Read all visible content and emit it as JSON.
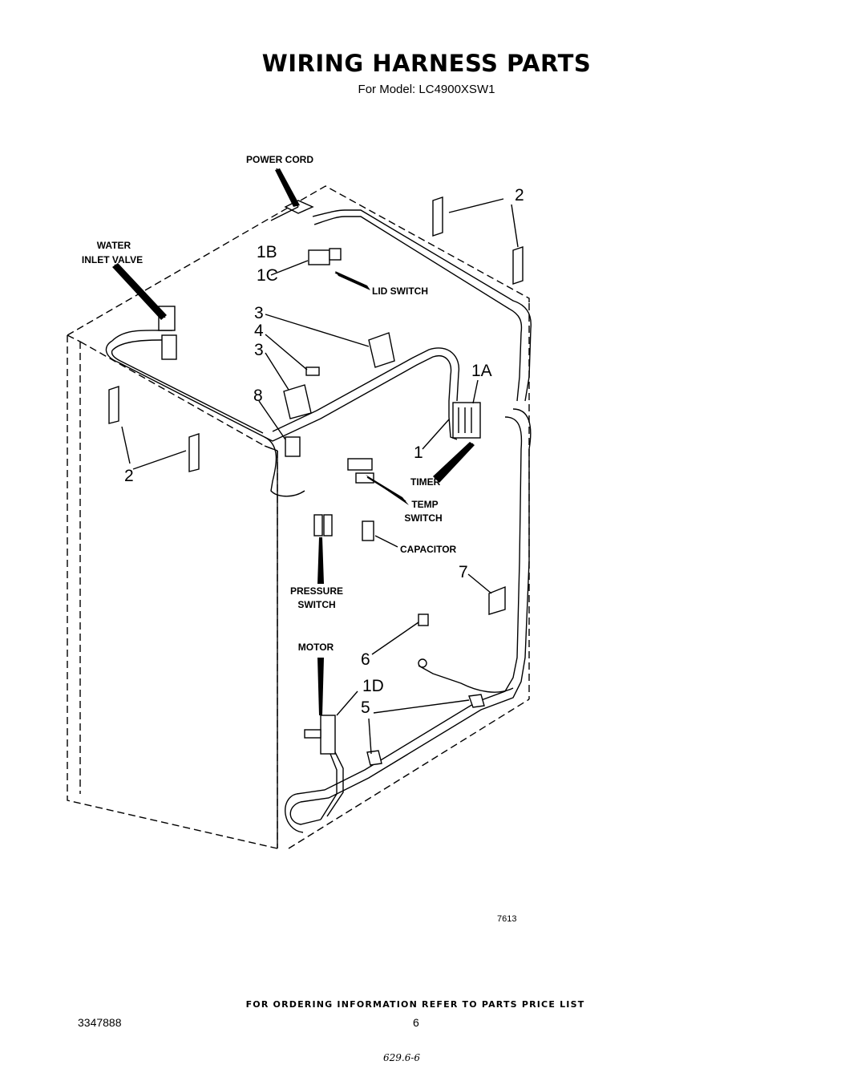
{
  "header": {
    "title": "WIRING HARNESS PARTS",
    "subtitle": "For Model: LC4900XSW1"
  },
  "labels": {
    "power_cord": "POWER CORD",
    "water_1": "WATER",
    "water_2": "INLET VALVE",
    "lid_switch": "LID SWITCH",
    "timer": "TIMER",
    "temp_1": "TEMP",
    "temp_2": "SWITCH",
    "capacitor": "CAPACITOR",
    "pressure_1": "PRESSURE",
    "pressure_2": "SWITCH",
    "motor": "MOTOR"
  },
  "callouts": {
    "c1b": "1B",
    "c1c": "1C",
    "c1a": "1A",
    "c1": "1",
    "c1d": "1D",
    "c2_top": "2",
    "c2_left": "2",
    "c3_a": "3",
    "c4": "4",
    "c3_b": "3",
    "c8": "8",
    "c7": "7",
    "c6": "6",
    "c5": "5"
  },
  "figure_number": "7613",
  "footer": {
    "ordering_note": "FOR ORDERING INFORMATION REFER TO PARTS PRICE LIST",
    "document_number": "3347888",
    "page_number": "6",
    "handwritten_note": "629.6-6"
  }
}
